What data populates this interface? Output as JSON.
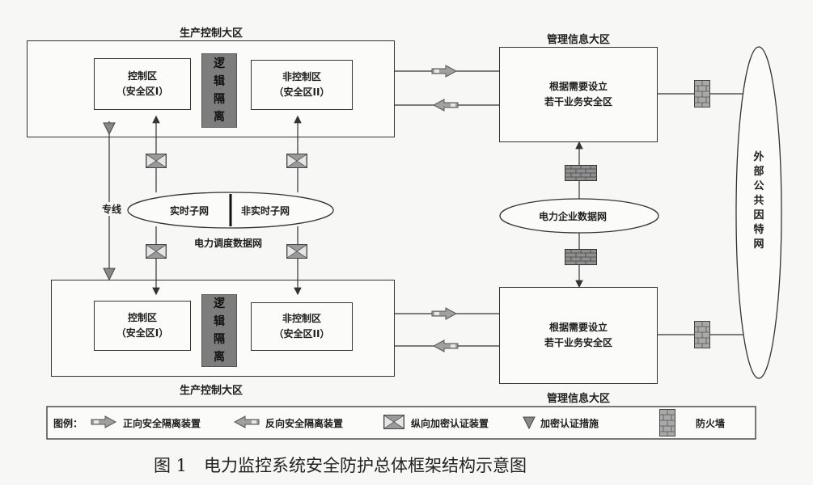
{
  "diagram": {
    "top_region_title": "生产控制大区",
    "bottom_region_title": "生产控制大区",
    "mgmt_top_title": "管理信息大区",
    "mgmt_bottom_title": "管理信息大区",
    "control_zone": {
      "line1": "控制区",
      "line2": "（安全区I）"
    },
    "noncontrol_zone": {
      "line1": "非控制区",
      "line2": "（安全区II）"
    },
    "logic_isolation": [
      "逻",
      "辑",
      "隔",
      "离"
    ],
    "mgmt_zone": {
      "line1": "根据需要设立",
      "line2": "若干业务安全区"
    },
    "realtime_net": "实时子网",
    "nonrealtime_net": "非实时子网",
    "dispatch_net": "电力调度数据网",
    "dedicated_line": "专线",
    "enterprise_net": "电力企业数据网",
    "internet": [
      "外",
      "部",
      "公",
      "共",
      "因",
      "特",
      "网"
    ]
  },
  "legend": {
    "title": "图例：",
    "forward": "正向安全隔离装置",
    "reverse": "反向安全隔离装置",
    "vertical": "纵向加密认证装置",
    "crypto": "加密认证措施",
    "firewall": "防火墙"
  },
  "caption": "图 1　电力监控系统安全防护总体框架结构示意图",
  "colors": {
    "logic_fill": "#7d7d7d",
    "device_gray": "#8a8a8a",
    "line": "#333333"
  }
}
